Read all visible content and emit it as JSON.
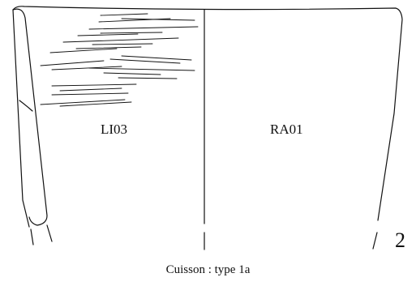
{
  "figure": {
    "left_label": "LI03",
    "right_label": "RA01",
    "figure_number": "2",
    "caption": "Cuisson : type 1a"
  },
  "colors": {
    "line": "#111111",
    "background": "#ffffff"
  }
}
